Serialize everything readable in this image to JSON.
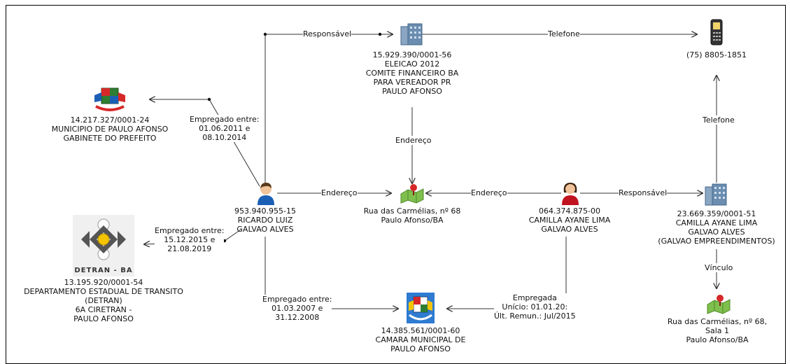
{
  "colors": {
    "line": "#333333",
    "building": "#6a8db0",
    "person_male_shirt": "#1b5fb5",
    "person_female_shirt": "#c1121f",
    "map": "#7fbf4d",
    "pin": "#d62828"
  },
  "nodes": {
    "building_eleicao": {
      "icon": "office-building-icon",
      "lines": [
        "15.929.390/0001-56",
        "ELEICAO 2012",
        "COMITE FINANCEIRO BA",
        "PARA VEREADOR PR",
        "PAULO AFONSO"
      ]
    },
    "phone": {
      "icon": "cell-phone-icon",
      "lines": [
        "(75) 8805-1851"
      ]
    },
    "prefeitura": {
      "icon": "municipal-coat-of-arms-icon",
      "lines": [
        "14.217.327/0001-24",
        "MUNICIPIO DE PAULO AFONSO",
        "GABINETE DO PREFEITO"
      ]
    },
    "ricardo": {
      "icon": "male-person-icon",
      "lines": [
        "953.940.955-15",
        "RICARDO LUIZ",
        "GALVAO ALVES"
      ]
    },
    "address_main": {
      "icon": "map-pin-icon",
      "lines": [
        "Rua das Carmélias, nº 68",
        "Paulo Afonso/BA"
      ]
    },
    "camilla": {
      "icon": "female-person-icon",
      "lines": [
        "064.374.875-00",
        "CAMILLA AYANE LIMA",
        "GALVAO ALVES"
      ]
    },
    "building_galvao": {
      "icon": "office-building-icon",
      "lines": [
        "23.669.359/0001-51",
        "CAMILLA AYANE LIMA",
        "GALVAO ALVES",
        "(GALVAO EMPREENDIMENTOS)"
      ]
    },
    "detran": {
      "icon": "detran-logo-icon",
      "logo_text": "DETRAN - BA",
      "lines": [
        "13.195.920/0001-54",
        "DEPARTAMENTO ESTADUAL DE TRANSITO",
        "(DETRAN)",
        "6A CIRETRAN -",
        "PAULO AFONSO"
      ]
    },
    "camara": {
      "icon": "municipal-coat-of-arms-icon",
      "lines": [
        "14.385.561/0001-60",
        "CAMARA MUNICIPAL DE",
        "PAULO AFONSO"
      ]
    },
    "address_sala": {
      "icon": "map-pin-icon",
      "lines": [
        "Rua das Carmélias, nº 68,",
        "Sala 1",
        "Paulo Afonso/BA"
      ]
    }
  },
  "edges": {
    "responsavel_top": "Responsável",
    "telefone_top": "Telefone",
    "empregado_prefeitura": [
      "Empregado entre:",
      "01.06.2011 e",
      "08.10.2014"
    ],
    "endereco_vertical": "Endereço",
    "telefone_right": "Telefone",
    "endereco_ricardo": "Endereço",
    "endereco_camilla": "Endereço",
    "responsavel_right": "Responsável",
    "empregado_detran": [
      "Empregado entre:",
      "15.12.2015 e",
      "21.08.2019"
    ],
    "vinculo": "Vínculo",
    "empregado_camara": [
      "Empregado entre:",
      "01.03.2007 e",
      "31.12.2008"
    ],
    "empregada_camilla": [
      "Empregada",
      "Unício: 01.01.20:",
      "Últ. Remun.: Jul/2015"
    ]
  }
}
